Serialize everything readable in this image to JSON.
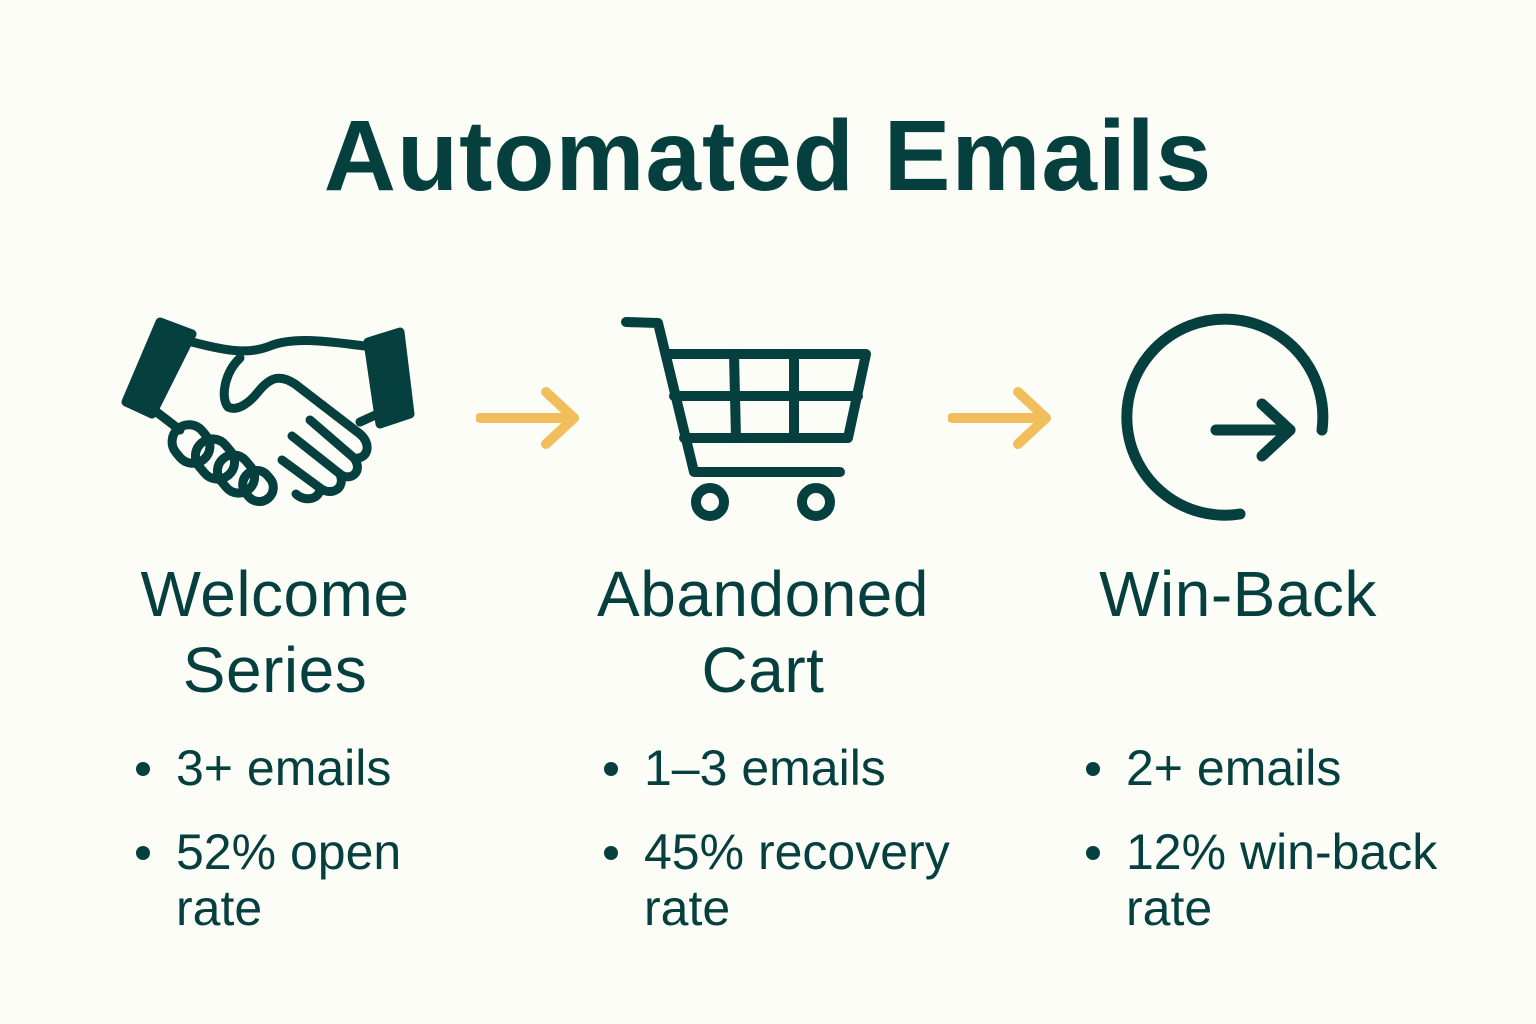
{
  "title": "Automated Emails",
  "colors": {
    "background": "#fdfdf8",
    "primary": "#053f3e",
    "accent_arrow": "#f2be5c"
  },
  "flow": [
    {
      "icon": "handshake-icon",
      "heading_line1": "Welcome",
      "heading_line2": "Series",
      "stats": [
        "3+ emails",
        "52% open rate"
      ]
    },
    {
      "icon": "shopping-cart-icon",
      "heading_line1": "Abandoned",
      "heading_line2": "Cart",
      "stats": [
        "1–3 emails",
        "45% recovery rate"
      ]
    },
    {
      "icon": "circular-arrow-return-icon",
      "heading_line1": "Win-Back",
      "heading_line2": "",
      "stats": [
        "2+ emails",
        "12% win-back rate"
      ]
    }
  ],
  "connectors": [
    "arrow-right-icon",
    "arrow-right-icon"
  ]
}
